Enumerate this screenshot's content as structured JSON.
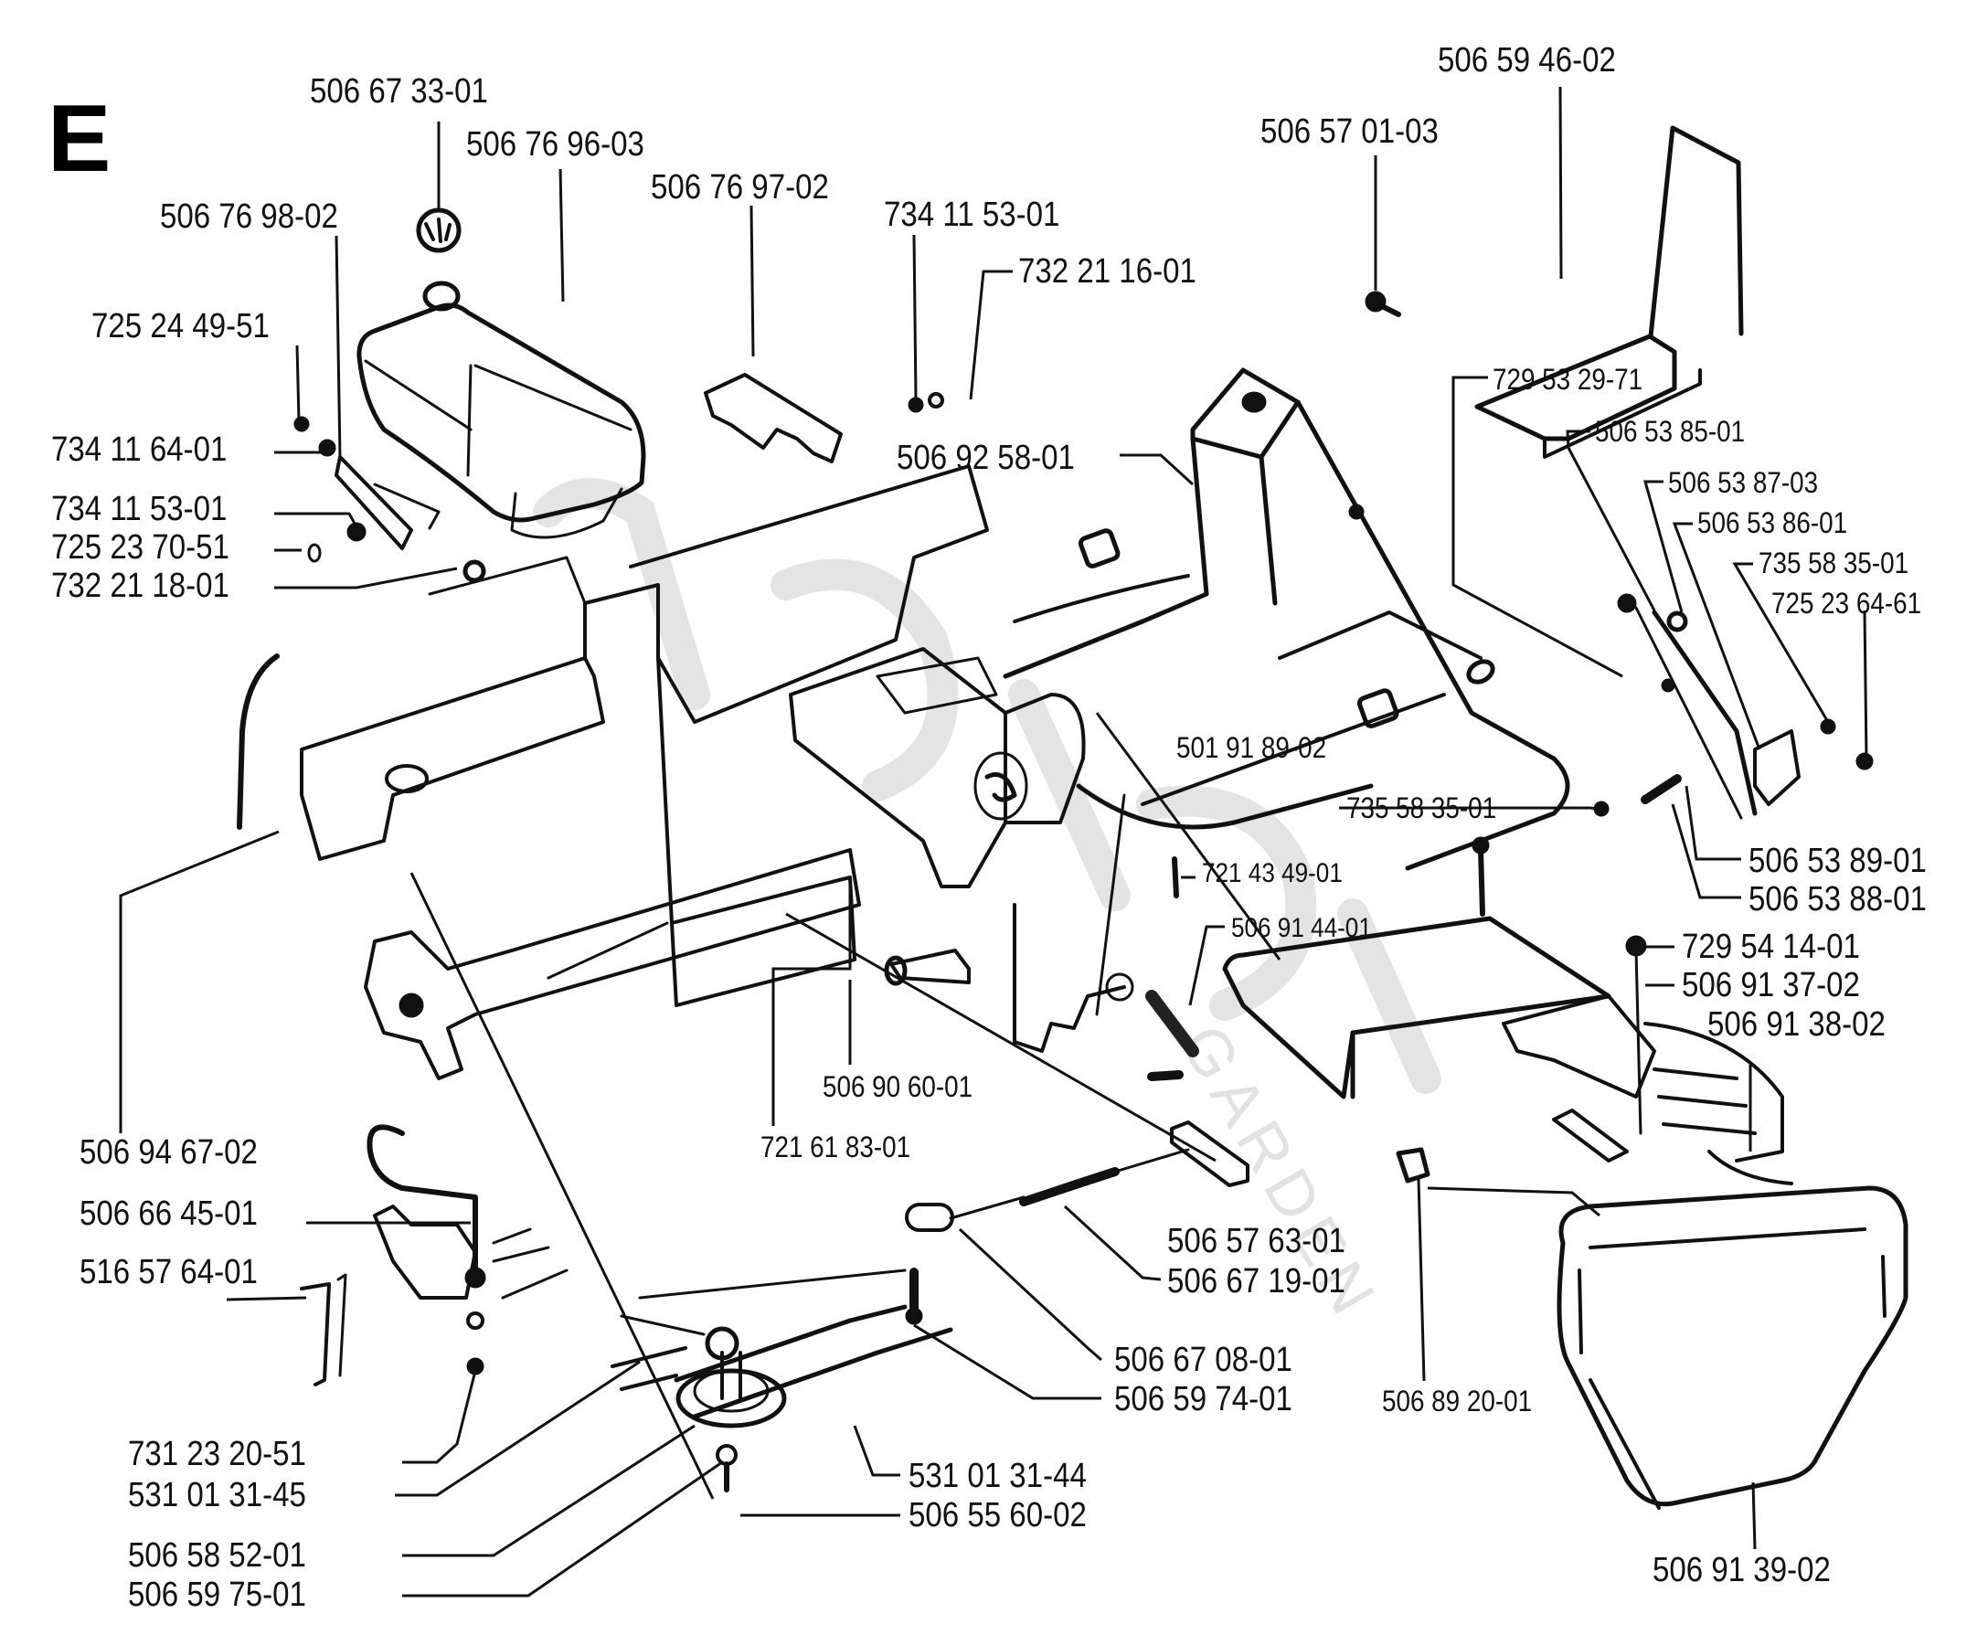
{
  "diagram": {
    "section_letter": "E",
    "watermark": {
      "brand": "jacks",
      "sub": "GARDEN",
      "color": "#e4e4e4"
    },
    "line_color": "#111111",
    "labels": [
      {
        "id": "fuel-cap",
        "text": "506 67 33-01"
      },
      {
        "id": "fuel-tank",
        "text": "506 76 96-03"
      },
      {
        "id": "tank-strap",
        "text": "506 76 98-02"
      },
      {
        "id": "tank-bracket",
        "text": "506 76 97-02"
      },
      {
        "id": "washer-top",
        "text": "734 11 53-01"
      },
      {
        "id": "nut-top",
        "text": "732 21 16-01"
      },
      {
        "id": "screw-left",
        "text": "725 24 49-51"
      },
      {
        "id": "washer-left",
        "text": "734 11 64-01"
      },
      {
        "id": "washer-left-2",
        "text": "734 11 53-01"
      },
      {
        "id": "bolt-left",
        "text": "725 23 70-51"
      },
      {
        "id": "nut-left",
        "text": "732 21 18-01"
      },
      {
        "id": "footrest",
        "text": "506 59 46-02"
      },
      {
        "id": "footrest-bolt",
        "text": "506 57 01-03"
      },
      {
        "id": "screw-right",
        "text": "729 53 29-71"
      },
      {
        "id": "lever-a",
        "text": "506 53 85-01"
      },
      {
        "id": "lever-b",
        "text": "506 53 87-03"
      },
      {
        "id": "lever-c",
        "text": "506 53 86-01"
      },
      {
        "id": "nut-right",
        "text": "735 58 35-01"
      },
      {
        "id": "bolt-right",
        "text": "725 23 64-61"
      },
      {
        "id": "frame-rear",
        "text": "506 92 58-01"
      },
      {
        "id": "bushing",
        "text": "501 91 89-02"
      },
      {
        "id": "nut-right-2",
        "text": "735 58 35-01"
      },
      {
        "id": "spring-right",
        "text": "506 53 89-01"
      },
      {
        "id": "rod-right",
        "text": "506 53 88-01"
      },
      {
        "id": "pin-small",
        "text": "721 43 49-01"
      },
      {
        "id": "axle-pin",
        "text": "506 91 44-01"
      },
      {
        "id": "screw-cover",
        "text": "729 54 14-01"
      },
      {
        "id": "cover-a",
        "text": "506 91 37-02"
      },
      {
        "id": "cover-b",
        "text": "506 91 38-02"
      },
      {
        "id": "spring-mid",
        "text": "506 90 60-01"
      },
      {
        "id": "cotter-pin",
        "text": "721 61 83-01"
      },
      {
        "id": "hose",
        "text": "506 94 67-02"
      },
      {
        "id": "handle-rod",
        "text": "506 66 45-01"
      },
      {
        "id": "hook-rod",
        "text": "516 57 64-01"
      },
      {
        "id": "plate",
        "text": "506 57 63-01"
      },
      {
        "id": "tension-spring",
        "text": "506 67 19-01"
      },
      {
        "id": "link-plate",
        "text": "506 67 08-01"
      },
      {
        "id": "link-bolt",
        "text": "506 59 74-01"
      },
      {
        "id": "clip",
        "text": "506 89 20-01"
      },
      {
        "id": "nut-lever",
        "text": "731 23 20-51"
      },
      {
        "id": "belt-a",
        "text": "531 01 31-45"
      },
      {
        "id": "belt-b",
        "text": "531 01 31-44"
      },
      {
        "id": "pulley-screw",
        "text": "506 55 60-02"
      },
      {
        "id": "pulley",
        "text": "506 58 52-01"
      },
      {
        "id": "pulley-washer",
        "text": "506 59 75-01"
      },
      {
        "id": "front-grille",
        "text": "506 91 39-02"
      }
    ]
  }
}
